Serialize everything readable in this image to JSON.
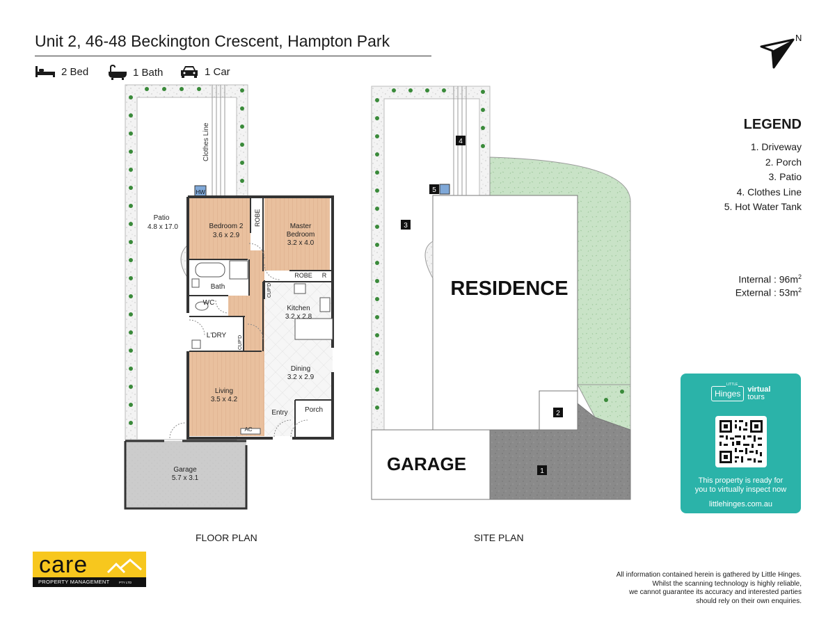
{
  "header": {
    "title": "Unit 2, 46-48 Beckington Crescent, Hampton Park",
    "beds": "2 Bed",
    "baths": "1 Bath",
    "cars": "1 Car"
  },
  "compass": {
    "label": "N"
  },
  "floor_plan": {
    "label": "FLOOR PLAN",
    "clothes_line": "Clothes Line",
    "hw": "HW",
    "patio": {
      "name": "Patio",
      "dims": "4.8 x 17.0"
    },
    "bedroom2": {
      "name": "Bedroom 2",
      "dims": "3.6 x 2.9"
    },
    "robe_upper": "ROBE",
    "master": {
      "name": "Master",
      "name2": "Bedroom",
      "dims": "3.2 x 4.0"
    },
    "robe_lower": "ROBE",
    "r": "R",
    "bath": "Bath",
    "wc": "WC",
    "cupd1": "CUP'D",
    "kitchen": {
      "name": "Kitchen",
      "dims": "3.2 x 2.8"
    },
    "ldry": "L'DRY",
    "cupd2": "CUP'D",
    "dining": {
      "name": "Dining",
      "dims": "3.2 x 2.9"
    },
    "living": {
      "name": "Living",
      "dims": "3.5 x 4.2"
    },
    "entry": "Entry",
    "porch": "Porch",
    "ac": "AC",
    "garage": {
      "name": "Garage",
      "dims": "5.7 x 3.1"
    }
  },
  "site_plan": {
    "label": "SITE PLAN",
    "residence": "RESIDENCE",
    "garage": "GARAGE",
    "markers": [
      "1",
      "2",
      "3",
      "4",
      "5"
    ]
  },
  "legend": {
    "title": "LEGEND",
    "items": [
      "1. Driveway",
      "2. Porch",
      "3. Patio",
      "4. Clothes Line",
      "5. Hot Water Tank"
    ]
  },
  "areas": {
    "internal_label": "Internal  :  96m",
    "external_label": "External :  53m",
    "unit_exp": "2"
  },
  "virtual_tour": {
    "brand_small": "LITTLE",
    "brand": "Hinges",
    "virtual": "virtual",
    "tours": "tours",
    "text_line1": "This property is ready for",
    "text_line2": "you to virtually inspect now",
    "url": "littlehinges.com.au",
    "color": "#2bb3a9"
  },
  "care_logo": {
    "word": "care",
    "sub": "PROPERTY MANAGEMENT",
    "ptyltd": "PTY LTD",
    "color": "#f7c71e"
  },
  "disclaimer": {
    "line1": "All information contained herein is gathered by Little Hinges.",
    "line2": "Whilst the scanning technology is highly reliable,",
    "line3": "we cannot guarantee its accuracy and interested parties",
    "line4": "should rely on their own enquiries."
  },
  "colors": {
    "wood": "#e9c09e",
    "lawn": "#c9e3c7",
    "gravel": "#8a8a8a",
    "garage_floor": "#cccccc",
    "tile": "#f4f4f4",
    "wet": "#cfe6f5",
    "hw_tank": "#7fa8d8"
  }
}
